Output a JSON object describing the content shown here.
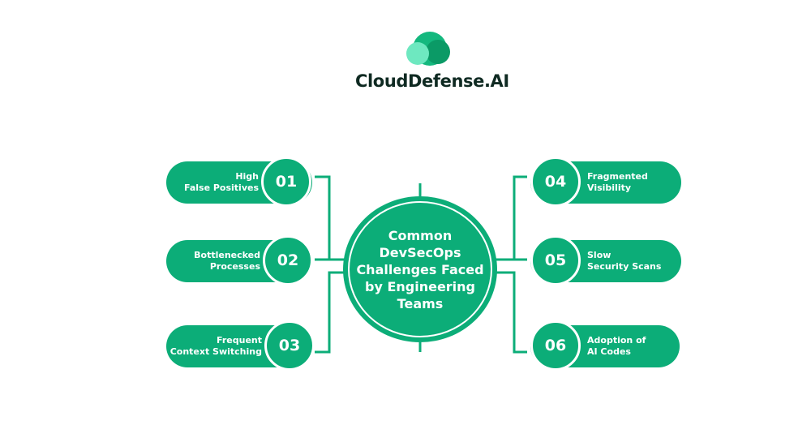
{
  "brand": {
    "name": "CloudDefense.AI",
    "color": "#0f2a22",
    "logo": "three-overlapping-circles-logo"
  },
  "accent_color": "#0cad78",
  "center": {
    "title": "Common\nDevSecOps\nChallenges Faced\nby Engineering\nTeams"
  },
  "challenges": [
    {
      "number": "01",
      "label": "High\nFalse Positives"
    },
    {
      "number": "02",
      "label": "Bottlenecked\nProcesses"
    },
    {
      "number": "03",
      "label": "Frequent\nContext Switching"
    },
    {
      "number": "04",
      "label": "Fragmented\nVisibility"
    },
    {
      "number": "05",
      "label": "Slow\nSecurity Scans"
    },
    {
      "number": "06",
      "label": "Adoption of\nAI Codes"
    }
  ]
}
